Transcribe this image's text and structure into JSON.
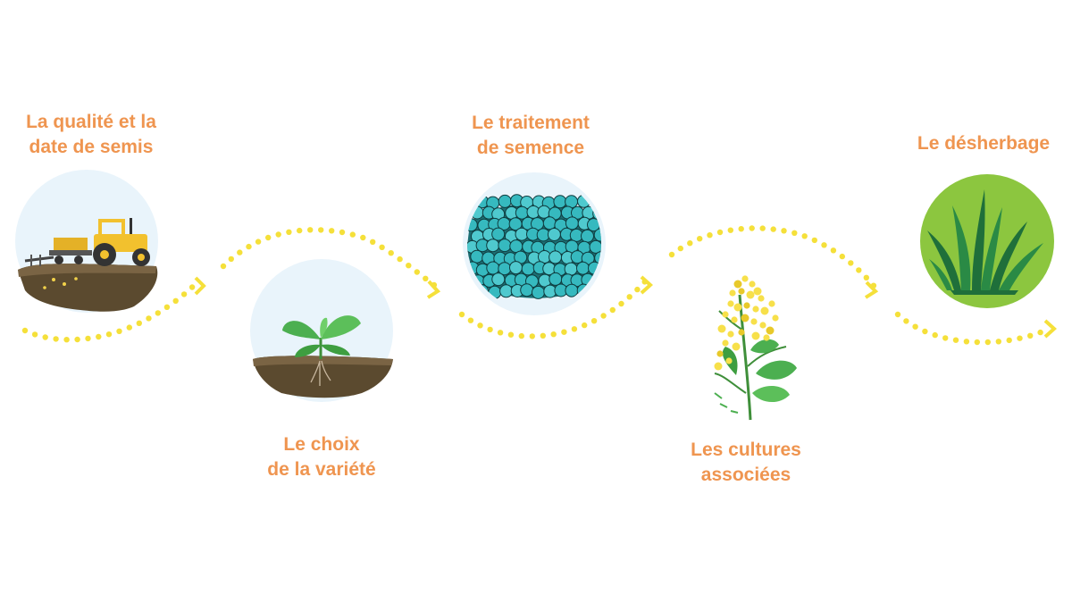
{
  "colors": {
    "label": "#ef9550",
    "dots": "#f5e03a",
    "circle_bg": "#e9f4fb",
    "grass_circle": "#8cc63f",
    "seed": "#36b9bf",
    "soil": "#5b4a2f",
    "tractor": "#f2c12e",
    "leaf": "#4caf50",
    "flower": "#f7e04a"
  },
  "steps": [
    {
      "line1": "La qualité et la",
      "line2": "date de semis",
      "icon": "tractor-icon"
    },
    {
      "line1": "Le choix",
      "line2": "de la variété",
      "icon": "sprout-icon"
    },
    {
      "line1": "Le traitement",
      "line2": "de semence",
      "icon": "seeds-icon"
    },
    {
      "line1": "Les cultures",
      "line2": "associées",
      "icon": "flowering-plant-icon"
    },
    {
      "line1": "Le désherbage",
      "line2": "",
      "icon": "grass-icon"
    }
  ]
}
